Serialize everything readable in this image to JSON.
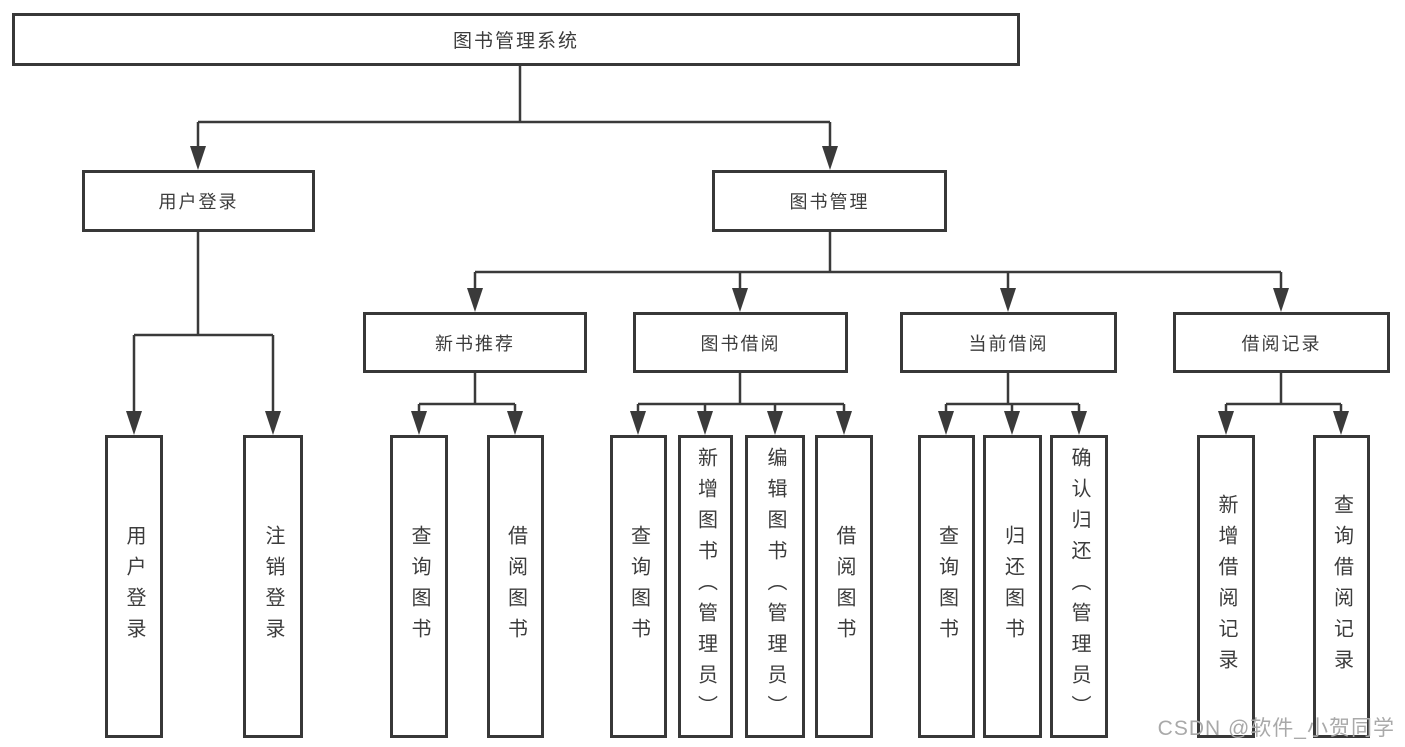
{
  "tree": {
    "root": {
      "label": "图书管理系统"
    },
    "level2": [
      {
        "label": "用户登录",
        "leaves": [
          "用户登录",
          "注销登录"
        ]
      },
      {
        "label": "图书管理"
      }
    ],
    "level3": [
      {
        "label": "新书推荐",
        "leaves": [
          "查询图书",
          "借阅图书"
        ]
      },
      {
        "label": "图书借阅",
        "leaves": [
          "查询图书",
          "新增图书（管理员）",
          "编辑图书（管理员）",
          "借阅图书"
        ]
      },
      {
        "label": "当前借阅",
        "leaves": [
          "查询图书",
          "归还图书",
          "确认归还（管理员）"
        ]
      },
      {
        "label": "借阅记录",
        "leaves": [
          "新增借阅记录",
          "查询借阅记录"
        ]
      }
    ]
  },
  "watermark": {
    "text": "CSDN @软件_小贺同学"
  },
  "colors": {
    "line": "#3a3a3a",
    "box_border": "#383838",
    "box_fill": "#ffffff",
    "text": "#3c3c3c",
    "watermark": "#a9a9a9"
  }
}
